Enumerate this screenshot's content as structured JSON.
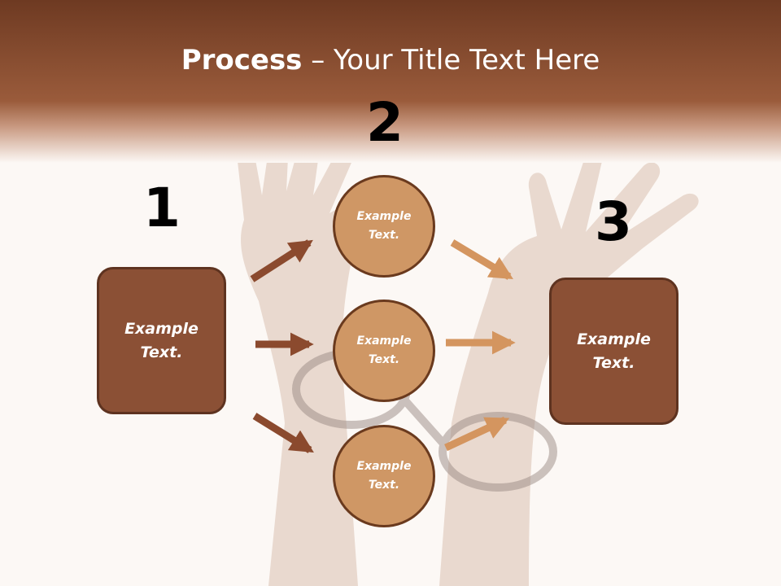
{
  "slide": {
    "title_bold": "Process",
    "title_rest": " – Your Title Text Here"
  },
  "steps": [
    {
      "number": "1",
      "line1": "Example",
      "line2": "Text."
    },
    {
      "number": "2",
      "circles": [
        {
          "line1": "Example",
          "line2": "Text."
        },
        {
          "line1": "Example",
          "line2": "Text."
        },
        {
          "line1": "Example",
          "line2": "Text."
        }
      ]
    },
    {
      "number": "3",
      "line1": "Example",
      "line2": "Text."
    }
  ],
  "colors": {
    "header": "#8d4f32",
    "box": "#8b5035",
    "circle": "#cf9765",
    "arrow_dark": "#8b4a2e",
    "arrow_light": "#d4955f"
  }
}
